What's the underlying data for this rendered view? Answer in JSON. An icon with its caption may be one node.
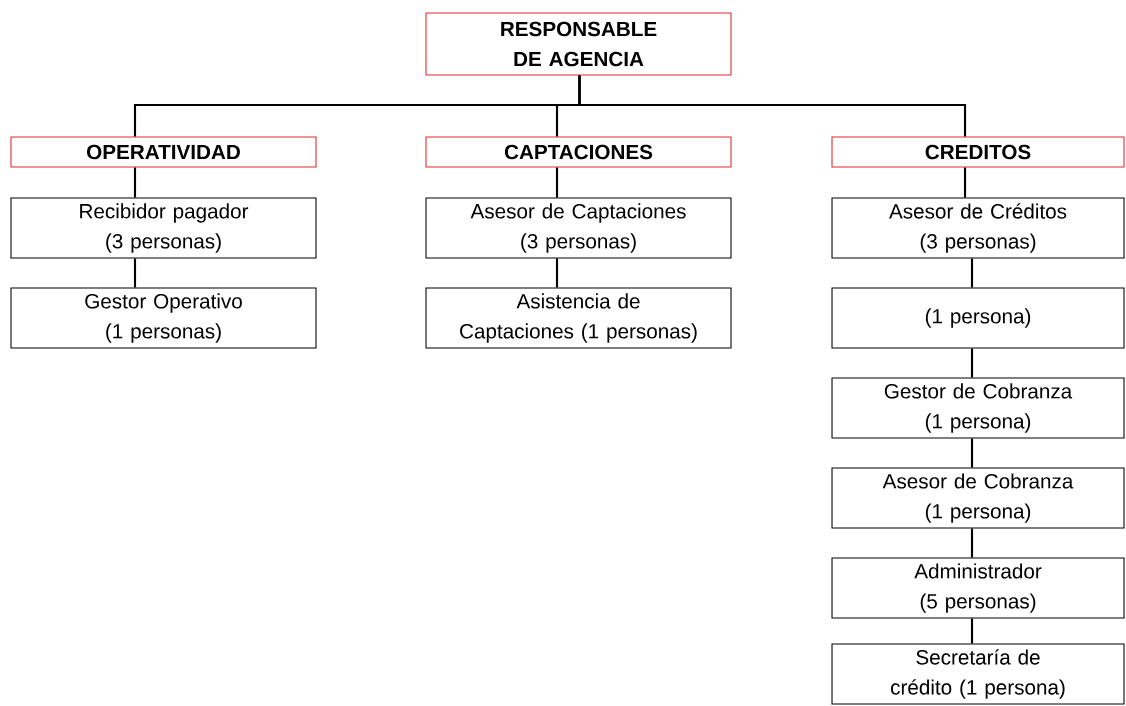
{
  "diagram": {
    "nodes": [
      {
        "text": [
          "RESPONSABLE DE AGENCIA"
        ]
      },
      {
        "text": [
          "OPERATIVIDAD"
        ]
      },
      {
        "text": [
          "CAPTACIONES"
        ]
      },
      {
        "text": [
          "CREDITOS"
        ]
      },
      {
        "text": [
          "Recibidor pagador (3 personas)"
        ]
      },
      {
        "text": [
          "Gestor Operativo (1 personas)"
        ]
      },
      {
        "text": [
          "Asesor de Captaciones (3 personas)"
        ]
      },
      {
        "text": [
          "Asistencia de Captaciones (1 personas)"
        ]
      },
      {
        "text": [
          "Asesor de Créditos (3 personas)"
        ]
      },
      {
        "text": [
          "(1 persona)"
        ]
      },
      {
        "text": [
          "Gestor de Cobranza (1 persona)"
        ]
      },
      {
        "text": [
          "Asesor de Cobranza (1 persona)"
        ]
      },
      {
        "text": [
          "Administrador (5 personas)"
        ]
      },
      {
        "text": [
          "Secretaría de crédito (1 persona)"
        ]
      }
    ],
    "edges": [
      {
        "from": 0,
        "to": 1,
        "arrow": "none"
      },
      {
        "from": 0,
        "to": 2,
        "arrow": "none"
      },
      {
        "from": 0,
        "to": 3,
        "arrow": "none"
      },
      {
        "from": 1,
        "to": 4,
        "arrow": "none"
      },
      {
        "from": 4,
        "to": 5,
        "arrow": "none"
      },
      {
        "from": 2,
        "to": 6,
        "arrow": "none"
      },
      {
        "from": 6,
        "to": 7,
        "arrow": "none"
      },
      {
        "from": 3,
        "to": 8,
        "arrow": "none"
      },
      {
        "from": 8,
        "to": 9,
        "arrow": "none"
      },
      {
        "from": 9,
        "to": 10,
        "arrow": "none"
      },
      {
        "from": 10,
        "to": 11,
        "arrow": "none"
      },
      {
        "from": 11,
        "to": 12,
        "arrow": "none"
      },
      {
        "from": 12,
        "to": 13,
        "arrow": "none"
      }
    ]
  }
}
